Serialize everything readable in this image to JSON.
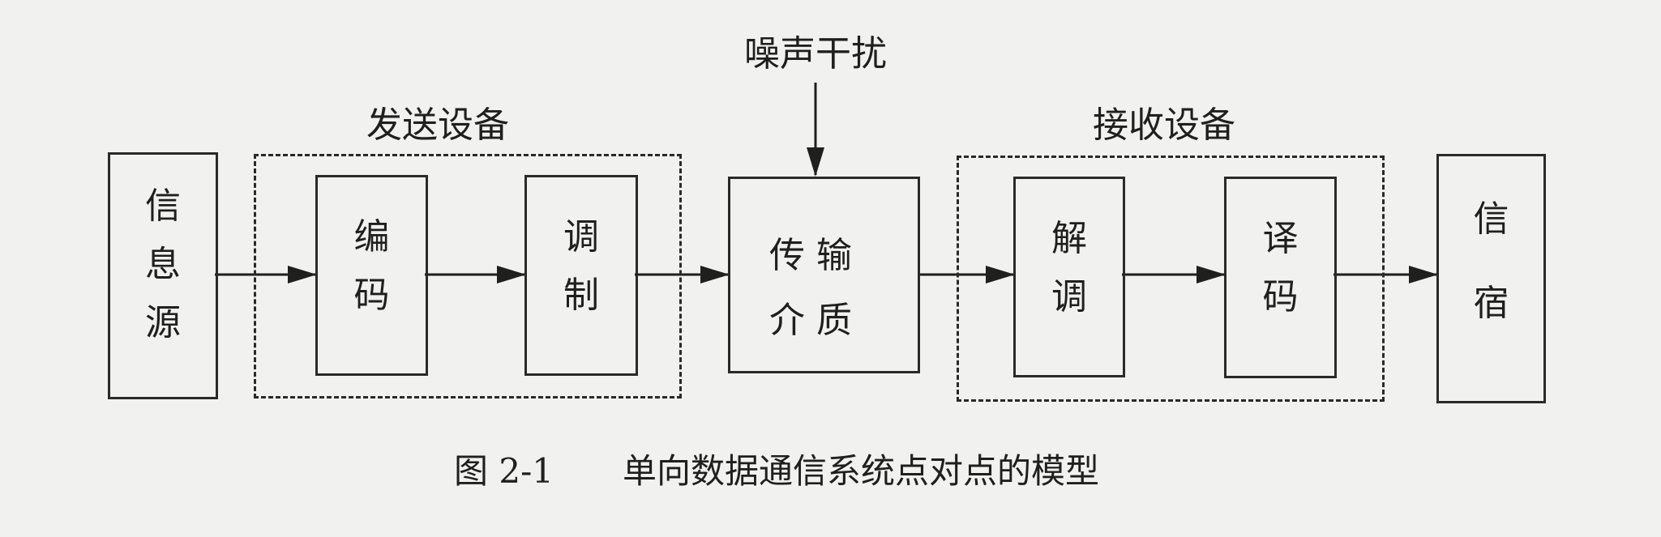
{
  "noise": "噪声干扰",
  "sender_group": "发送设备",
  "receiver_group": "接收设备",
  "blocks": {
    "source": [
      "信",
      "息",
      "源"
    ],
    "encode": [
      "编",
      "码"
    ],
    "modulate": [
      "调",
      "制"
    ],
    "medium": [
      "传  输",
      "介  质"
    ],
    "demodulate": [
      "解",
      "调"
    ],
    "decode": [
      "译",
      "码"
    ],
    "sink": [
      "信",
      "宿"
    ]
  },
  "caption": {
    "number": "图 2-1",
    "title": "单向数据通信系统点对点的模型"
  }
}
